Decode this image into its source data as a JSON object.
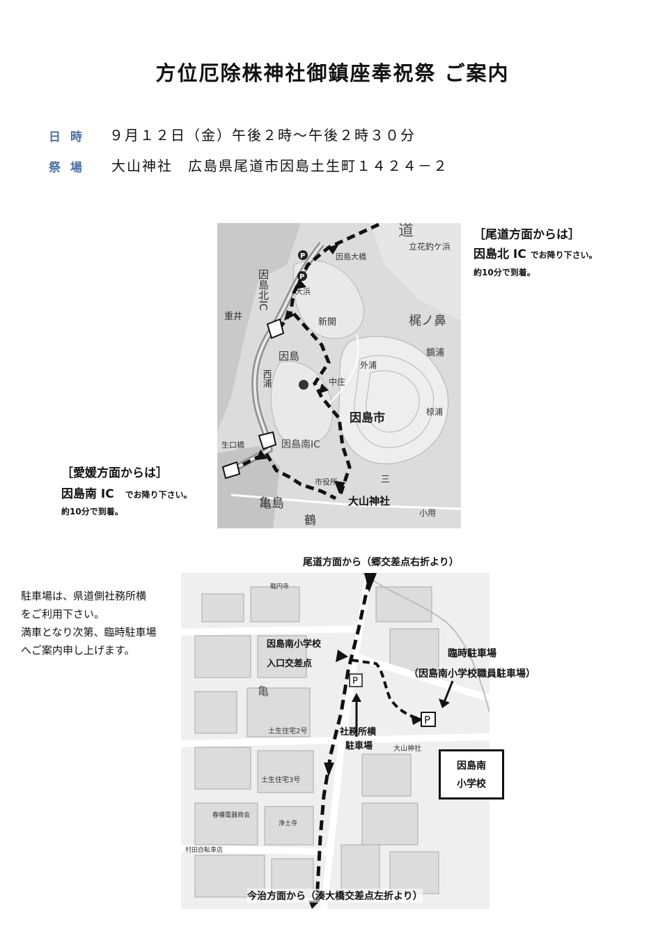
{
  "title": "方位厄除株神社御鎮座奉祝祭 ご案内",
  "schedule": {
    "date_label": "日時",
    "date_value": "９月１２日（金）午後２時～午後２時３０分",
    "venue_label": "祭場",
    "venue_value": "大山神社　広島県尾道市因島土生町１４２４－２"
  },
  "route_onomichi": {
    "heading": "［尾道方面からは］",
    "ic": "因島北 IC",
    "ic_suffix": "でお降り下さい。",
    "time": "約10分で到着。"
  },
  "route_ehime": {
    "heading": "［愛媛方面からは］",
    "ic": "因島南 IC",
    "ic_suffix": "でお降り下さい。",
    "time": "約10分で到着。"
  },
  "map1_labels": {
    "bridge_road": "道",
    "innoshima_ohashi": "因島大橋",
    "tachibana": "立花釣ケ浜",
    "innoshima_kita_ic": "因島北IC",
    "ohama": "大浜",
    "shigei": "重井",
    "shinkai": "新開",
    "kajinohana": "梶ノ鼻",
    "innoshima": "因島",
    "kyoura": "鏡浦",
    "tonoura": "外浦",
    "nishiura": "西浦",
    "nakanosho": "中庄",
    "innoshima_city": "因島市",
    "haura": "椋浦",
    "ikina_bridge": "生口橋",
    "innoshima_minami_ic": "因島南IC",
    "city_hall": "市役所",
    "mitsu": "三",
    "oyama_shrine": "大山神社",
    "kameshima": "亀島",
    "tsuru": "鶴",
    "komichi": "小用"
  },
  "parking_note": [
    "駐車場は、県道側社務所横",
    "をご利用下さい。",
    "満車となり次第、臨時駐車場",
    "へご案内申し上げます。"
  ],
  "map2_labels": {
    "from_onomichi": "尾道方面から（郷交差点右折より）",
    "from_imabari": "今治方面から（湊大橋交差点左折より）",
    "school_entrance_1": "因島南小学校",
    "school_entrance_2": "入口交差点",
    "temp_parking_1": "臨時駐車場",
    "temp_parking_2": "（因島南小学校職員駐車場）",
    "office_parking_1": "社務所横",
    "office_parking_2": "駐車場",
    "school_box_1": "因島南",
    "school_box_2": "小学校",
    "parking_symbol": "P",
    "shrine_small": "大山神社",
    "habu_jutaku_2": "土生住宅2号",
    "habu_jutaku_3": "土生住宅3号",
    "kame": "亀",
    "shop": "春幡電器商会",
    "bicycle": "村田自転車店",
    "jodo": "浄土寺",
    "ryukoji": "龍円寺"
  },
  "colors": {
    "label_blue": "#4a6fa5",
    "map_gray": "#d8d8d8",
    "road_gray": "#9a9a9a"
  }
}
